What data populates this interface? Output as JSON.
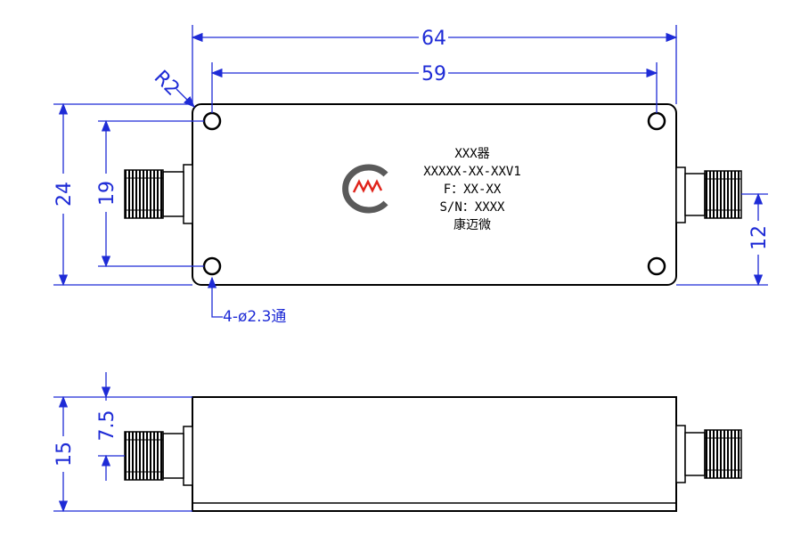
{
  "colors": {
    "dimension": "#1e2bd6",
    "outline": "#000000",
    "logo_gray": "#5a5a5a",
    "logo_red": "#e0241b"
  },
  "dimensions": {
    "overall_length": "64",
    "hole_spacing_length": "59",
    "corner_radius": "R2",
    "overall_height": "24",
    "hole_spacing_height": "19",
    "connector_offset": "12",
    "mounting_holes": "4-ø2.3通",
    "side_height": "15",
    "side_connector_offset": "7.5"
  },
  "label": {
    "line1": "XXX器",
    "line2": "XXXXX-XX-XXV1",
    "line3": "F：XX-XX",
    "line4": "S/N：XXXX",
    "line5": "康迈微"
  },
  "logo": {
    "text": "MW"
  }
}
